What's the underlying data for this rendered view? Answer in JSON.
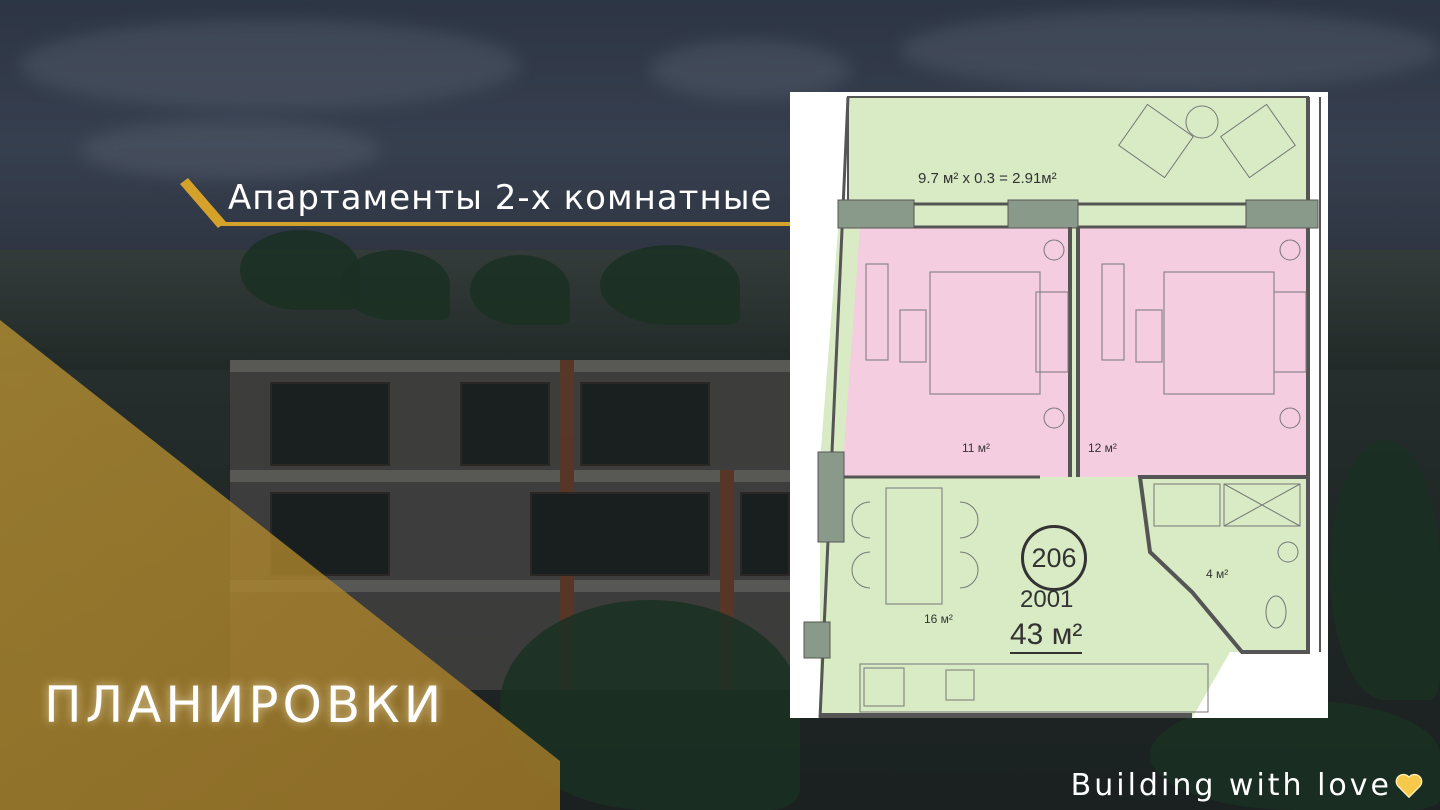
{
  "header": {
    "title": "Апартаменты 2-х комнатные"
  },
  "section": {
    "heading": "ПЛАНИРОВКИ"
  },
  "footer": {
    "tagline": "Building with love"
  },
  "floor_plan": {
    "balcony_formula": "9.7 м² x 0.3 = 2.91м²",
    "bedroom_1_area": "11 м²",
    "bedroom_2_area": "12 м²",
    "bathroom_area": "4 м²",
    "living_area": "16 м²",
    "unit_badge": "206",
    "apartment_number": "2001",
    "total_area": "43 м²"
  },
  "colors": {
    "accent_gold": "#d4a22b",
    "plan_green": "#d8ebc4",
    "plan_pink": "#f4cde0",
    "wall_gray": "#8a9a8a"
  },
  "icons": {
    "heart": "heart-icon"
  }
}
